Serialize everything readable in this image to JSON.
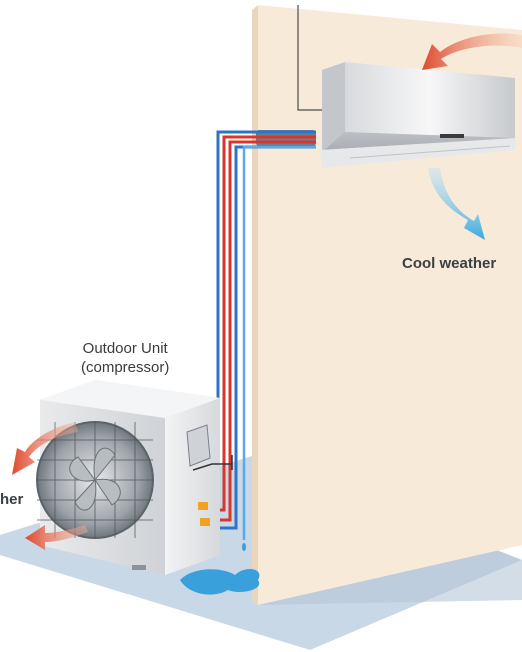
{
  "labels": {
    "indoor_output": "Cool weather",
    "outdoor_unit_line1": "Outdoor Unit",
    "outdoor_unit_line2": "(compressor)",
    "outdoor_output_partial": "her"
  },
  "colors": {
    "wall": "#f8ead9",
    "floor": "#c9d8e6",
    "hot_pipe": "#d8362c",
    "cold_pipe": "#2e73c6",
    "hot_arrow": "#de4a30",
    "cool_arrow": "#39a9e0",
    "water": "#3aa0dc",
    "valve": "#f0a224"
  }
}
